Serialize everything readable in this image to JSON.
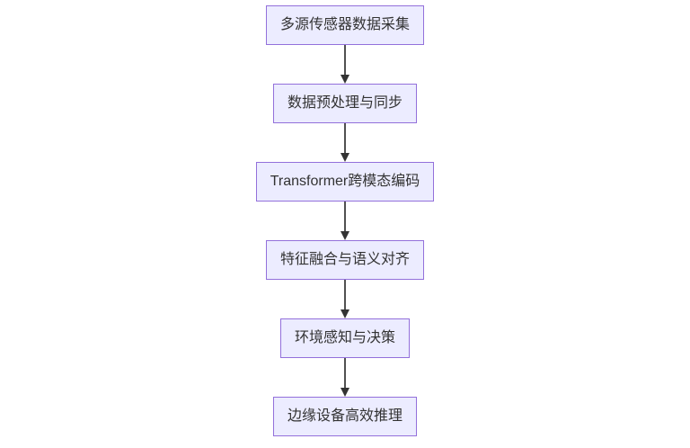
{
  "diagram": {
    "type": "flowchart",
    "direction": "top-down",
    "nodes": [
      {
        "id": "A",
        "label": "多源传感器数据采集"
      },
      {
        "id": "B",
        "label": "数据预处理与同步"
      },
      {
        "id": "C",
        "label": "Transformer跨模态编码"
      },
      {
        "id": "D",
        "label": "特征融合与语义对齐"
      },
      {
        "id": "E",
        "label": "环境感知与决策"
      },
      {
        "id": "F",
        "label": "边缘设备高效推理"
      }
    ],
    "edges": [
      {
        "from": "A",
        "to": "B"
      },
      {
        "from": "B",
        "to": "C"
      },
      {
        "from": "C",
        "to": "D"
      },
      {
        "from": "D",
        "to": "E"
      },
      {
        "from": "E",
        "to": "F"
      }
    ],
    "colors": {
      "background": "#ffffff",
      "node_fill": "#ECECFF",
      "node_border": "#9370DB",
      "text": "#333333",
      "edge": "#333333"
    }
  }
}
